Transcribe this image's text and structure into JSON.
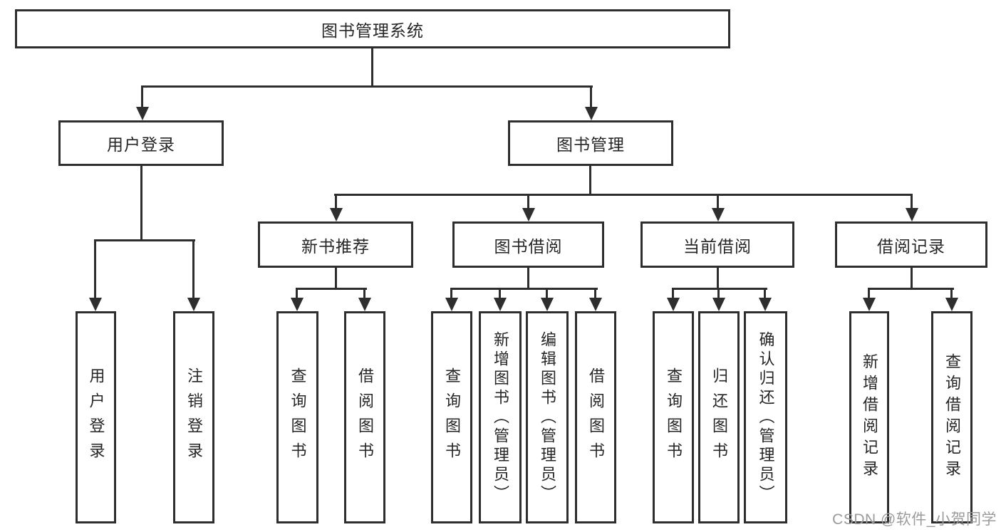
{
  "tree": {
    "root": {
      "label": "图书管理系统"
    },
    "branches": [
      {
        "label": "用户登录",
        "children": [
          {
            "label": "用户登录"
          },
          {
            "label": "注销登录"
          }
        ]
      },
      {
        "label": "图书管理",
        "children": [
          {
            "label": "新书推荐",
            "children": [
              {
                "label": "查询图书"
              },
              {
                "label": "借阅图书"
              }
            ]
          },
          {
            "label": "图书借阅",
            "children": [
              {
                "label": "查询图书"
              },
              {
                "label": "新增图书（管理员）"
              },
              {
                "label": "编辑图书（管理员）"
              },
              {
                "label": "借阅图书"
              }
            ]
          },
          {
            "label": "当前借阅",
            "children": [
              {
                "label": "查询图书"
              },
              {
                "label": "归还图书"
              },
              {
                "label": "确认归还（管理员）"
              }
            ]
          },
          {
            "label": "借阅记录",
            "children": [
              {
                "label": "新增借阅记录"
              },
              {
                "label": "查询借阅记录"
              }
            ]
          }
        ]
      }
    ]
  },
  "watermark": {
    "text": "CSDN @软件_小贺同学"
  },
  "colors": {
    "line": "#2e2e2e",
    "text": "#262626",
    "watermark": "#9b9b9b",
    "background": "#ffffff"
  }
}
